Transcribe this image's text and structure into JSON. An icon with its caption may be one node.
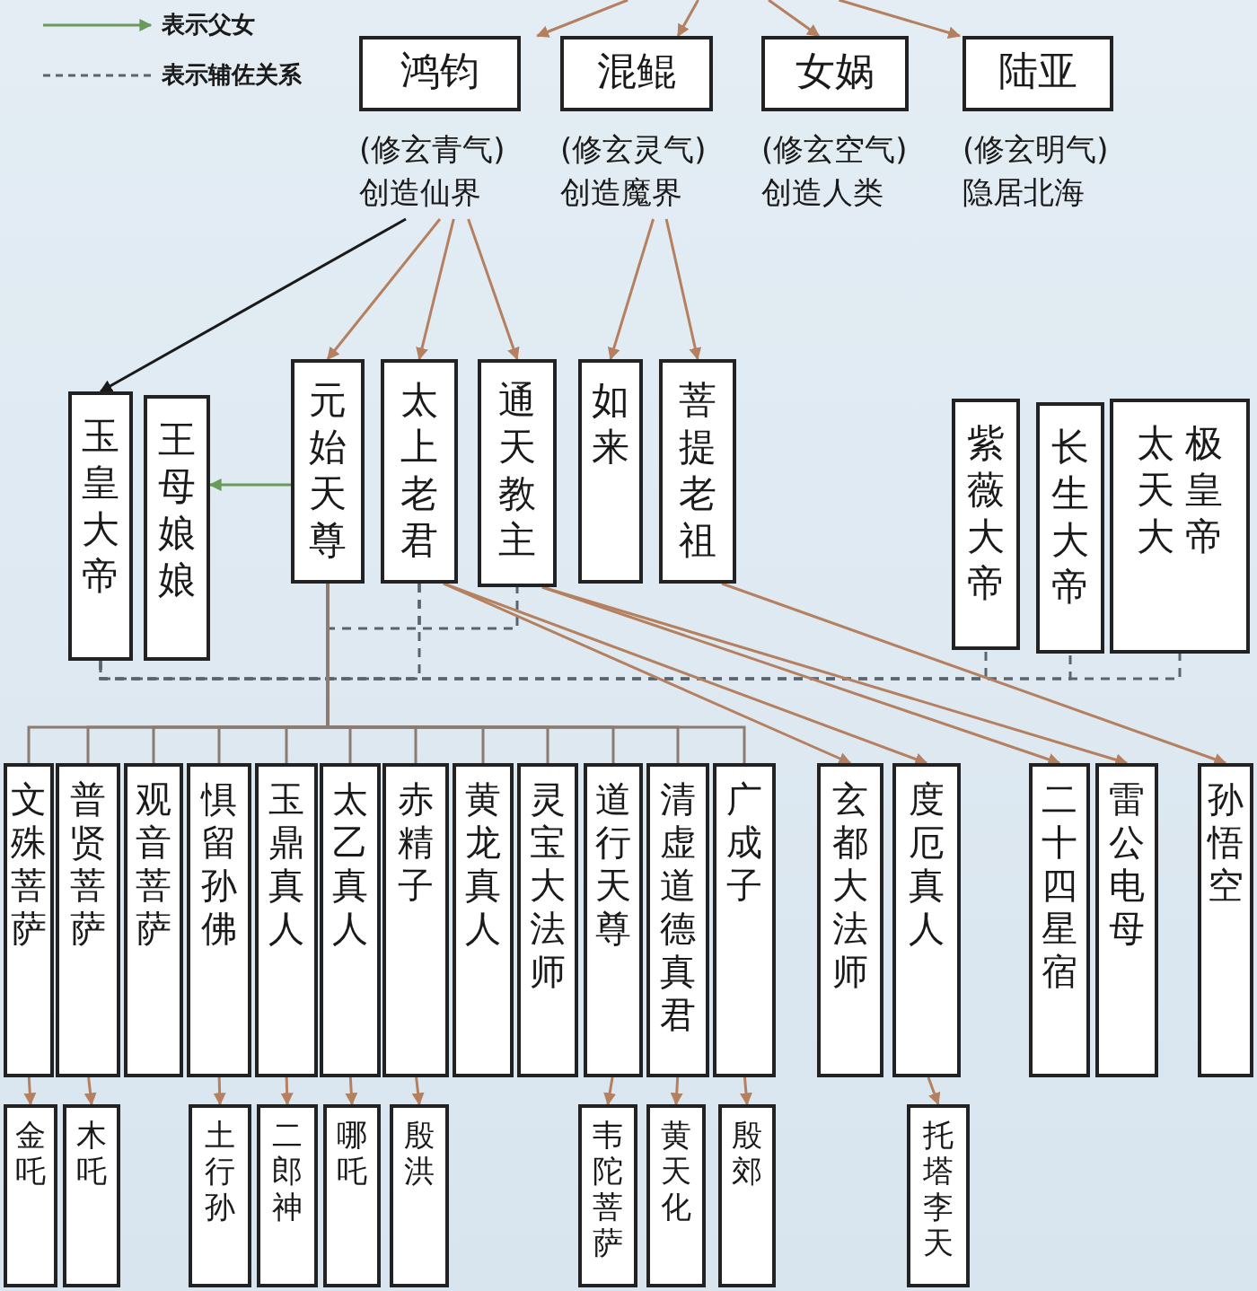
{
  "diagram": {
    "nodes": [
      {
        "text": [
          "鸿钧"
        ],
        "beside": [
          "(修玄青气) 创造仙界"
        ]
      },
      {
        "text": [
          "混鲲"
        ],
        "beside": [
          "(修玄灵气) 创造魔界"
        ]
      },
      {
        "text": [
          "女娲"
        ],
        "beside": [
          "(修玄空气) 创造人类"
        ]
      },
      {
        "text": [
          "陆亚"
        ],
        "beside": [
          "(修玄明气) 隐居北海"
        ]
      },
      {
        "text": [
          "玉皇大帝"
        ]
      },
      {
        "text": [
          "王母娘娘"
        ]
      },
      {
        "text": [
          "元始天尊"
        ]
      },
      {
        "text": [
          "太上老君"
        ]
      },
      {
        "text": [
          "通天教主"
        ]
      },
      {
        "text": [
          "如来"
        ]
      },
      {
        "text": [
          "菩提老祖"
        ]
      },
      {
        "text": [
          "紫薇大帝"
        ]
      },
      {
        "text": [
          "长生大帝"
        ]
      },
      {
        "text": [
          "太极天皇大帝"
        ]
      },
      {
        "text": [
          "文殊菩萨"
        ]
      },
      {
        "text": [
          "普贤菩萨"
        ]
      },
      {
        "text": [
          "观音菩萨"
        ]
      },
      {
        "text": [
          "惧留孙佛"
        ]
      },
      {
        "text": [
          "玉鼎真人"
        ]
      },
      {
        "text": [
          "太乙真人"
        ]
      },
      {
        "text": [
          "赤精子"
        ]
      },
      {
        "text": [
          "黄龙真人"
        ]
      },
      {
        "text": [
          "灵宝大法师"
        ]
      },
      {
        "text": [
          "道行天尊"
        ]
      },
      {
        "text": [
          "清虚道德真君"
        ]
      },
      {
        "text": [
          "广成子"
        ]
      },
      {
        "text": [
          "玄都大法师"
        ]
      },
      {
        "text": [
          "度厄真人"
        ]
      },
      {
        "text": [
          "二十四星宿"
        ]
      },
      {
        "text": [
          "雷公电母"
        ]
      },
      {
        "text": [
          "孙悟空"
        ]
      },
      {
        "text": [
          "金吒"
        ]
      },
      {
        "text": [
          "木吒"
        ]
      },
      {
        "text": [
          "土行孙"
        ]
      },
      {
        "text": [
          "二郎神"
        ]
      },
      {
        "text": [
          "哪吒"
        ]
      },
      {
        "text": [
          "殷洪"
        ]
      },
      {
        "text": [
          "韦陀菩萨"
        ]
      },
      {
        "text": [
          "黄天化"
        ]
      },
      {
        "text": [
          "殷郊"
        ]
      },
      {
        "text": [
          "托塔李天"
        ]
      }
    ],
    "edges": [
      {
        "from": null,
        "to": 0,
        "arrow": "to"
      },
      {
        "from": null,
        "to": 1,
        "arrow": "to"
      },
      {
        "from": null,
        "to": 2,
        "arrow": "to"
      },
      {
        "from": null,
        "to": 3,
        "arrow": "to"
      },
      {
        "from": 0,
        "to": 4,
        "arrow": "to",
        "color": "#1a1a1a"
      },
      {
        "from": 0,
        "to": 6,
        "arrow": "to"
      },
      {
        "from": 0,
        "to": 7,
        "arrow": "to"
      },
      {
        "from": 0,
        "to": 8,
        "arrow": "to"
      },
      {
        "from": 1,
        "to": 9,
        "arrow": "to"
      },
      {
        "from": 1,
        "to": 10,
        "arrow": "to"
      },
      {
        "from": 6,
        "to": 5,
        "arrow": "to",
        "color": "#6a9a5a"
      },
      {
        "from": 7,
        "to": 6,
        "arrow": "none",
        "style": "dashed",
        "color": "#5a6470"
      },
      {
        "from": 7,
        "to": 8,
        "arrow": "none",
        "style": "dashed",
        "color": "#5a6470"
      },
      {
        "from": 7,
        "to": 4,
        "arrow": "none",
        "style": "dashed",
        "color": "#5a6470"
      },
      {
        "from": 4,
        "to": 11,
        "arrow": "none",
        "style": "dashed",
        "color": "#5a6470"
      },
      {
        "from": 4,
        "to": 12,
        "arrow": "none",
        "style": "dashed",
        "color": "#5a6470"
      },
      {
        "from": 4,
        "to": 13,
        "arrow": "none",
        "style": "dashed",
        "color": "#5a6470"
      },
      {
        "from": 6,
        "to": 14,
        "arrow": "none",
        "color": "#8c7b70"
      },
      {
        "from": 6,
        "to": 15,
        "arrow": "none",
        "color": "#8c7b70"
      },
      {
        "from": 6,
        "to": 16,
        "arrow": "none",
        "color": "#8c7b70"
      },
      {
        "from": 6,
        "to": 17,
        "arrow": "none",
        "color": "#8c7b70"
      },
      {
        "from": 6,
        "to": 18,
        "arrow": "none",
        "color": "#8c7b70"
      },
      {
        "from": 6,
        "to": 19,
        "arrow": "none",
        "color": "#8c7b70"
      },
      {
        "from": 6,
        "to": 20,
        "arrow": "none",
        "color": "#8c7b70"
      },
      {
        "from": 6,
        "to": 21,
        "arrow": "none",
        "color": "#8c7b70"
      },
      {
        "from": 6,
        "to": 22,
        "arrow": "none",
        "color": "#8c7b70"
      },
      {
        "from": 6,
        "to": 23,
        "arrow": "none",
        "color": "#8c7b70"
      },
      {
        "from": 6,
        "to": 24,
        "arrow": "none",
        "color": "#8c7b70"
      },
      {
        "from": 6,
        "to": 25,
        "arrow": "none",
        "color": "#8c7b70"
      },
      {
        "from": 7,
        "to": 26,
        "arrow": "to"
      },
      {
        "from": 7,
        "to": 27,
        "arrow": "to"
      },
      {
        "from": 8,
        "to": 28,
        "arrow": "to"
      },
      {
        "from": 8,
        "to": 29,
        "arrow": "to"
      },
      {
        "from": 10,
        "to": 30,
        "arrow": "to"
      },
      {
        "from": 14,
        "to": 31,
        "arrow": "to"
      },
      {
        "from": 15,
        "to": 32,
        "arrow": "to"
      },
      {
        "from": 17,
        "to": 33,
        "arrow": "to"
      },
      {
        "from": 18,
        "to": 34,
        "arrow": "to"
      },
      {
        "from": 19,
        "to": 35,
        "arrow": "to"
      },
      {
        "from": 20,
        "to": 36,
        "arrow": "to"
      },
      {
        "from": 23,
        "to": 37,
        "arrow": "to"
      },
      {
        "from": 24,
        "to": 38,
        "arrow": "to"
      },
      {
        "from": 25,
        "to": 39,
        "arrow": "to"
      },
      {
        "from": 27,
        "to": 40,
        "arrow": "to"
      }
    ],
    "legend": [
      {
        "text": "表示父女"
      },
      {
        "text": "表示辅佐关系"
      }
    ]
  }
}
